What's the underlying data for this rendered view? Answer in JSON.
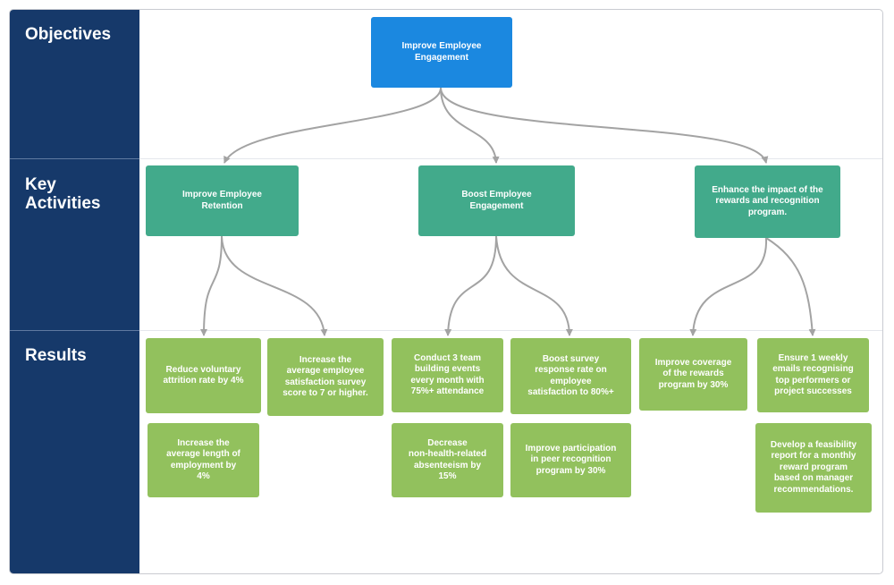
{
  "lanes": {
    "objectives": "Objectives",
    "key_activities": "Key\nActivities",
    "results": "Results"
  },
  "objective": {
    "label": "Improve Employee\nEngagement"
  },
  "activities": [
    {
      "label": "Improve Employee\nRetention"
    },
    {
      "label": "Boost Employee\nEngagement"
    },
    {
      "label": "Enhance the impact of the\nrewards and recognition\nprogram."
    }
  ],
  "results": [
    {
      "label": "Reduce voluntary\nattrition rate by 4%"
    },
    {
      "label": "Increase the\naverage length of\nemployment by\n4%"
    },
    {
      "label": "Increase the\naverage employee\nsatisfaction survey\nscore to 7 or higher."
    },
    {
      "label": "Conduct 3 team\nbuilding events\nevery month with\n75%+ attendance"
    },
    {
      "label": "Decrease\nnon-health-related\nabsenteeism by\n15%"
    },
    {
      "label": "Boost survey\nresponse rate on\nemployee\nsatisfaction to 80%+"
    },
    {
      "label": "Improve participation\nin peer recognition\nprogram by 30%"
    },
    {
      "label": "Improve coverage\nof the rewards\nprogram by 30%"
    },
    {
      "label": "Ensure 1 weekly\nemails recognising\ntop performers or\nproject successes"
    },
    {
      "label": "Develop a feasibility\nreport for a monthly\nreward program\nbased on manager\nrecommendations."
    }
  ],
  "colors": {
    "lane_background": "#16396a",
    "objective": "#1b88e0",
    "activity": "#42aa8b",
    "result": "#92c15d",
    "connector": "#a3a3a3"
  }
}
